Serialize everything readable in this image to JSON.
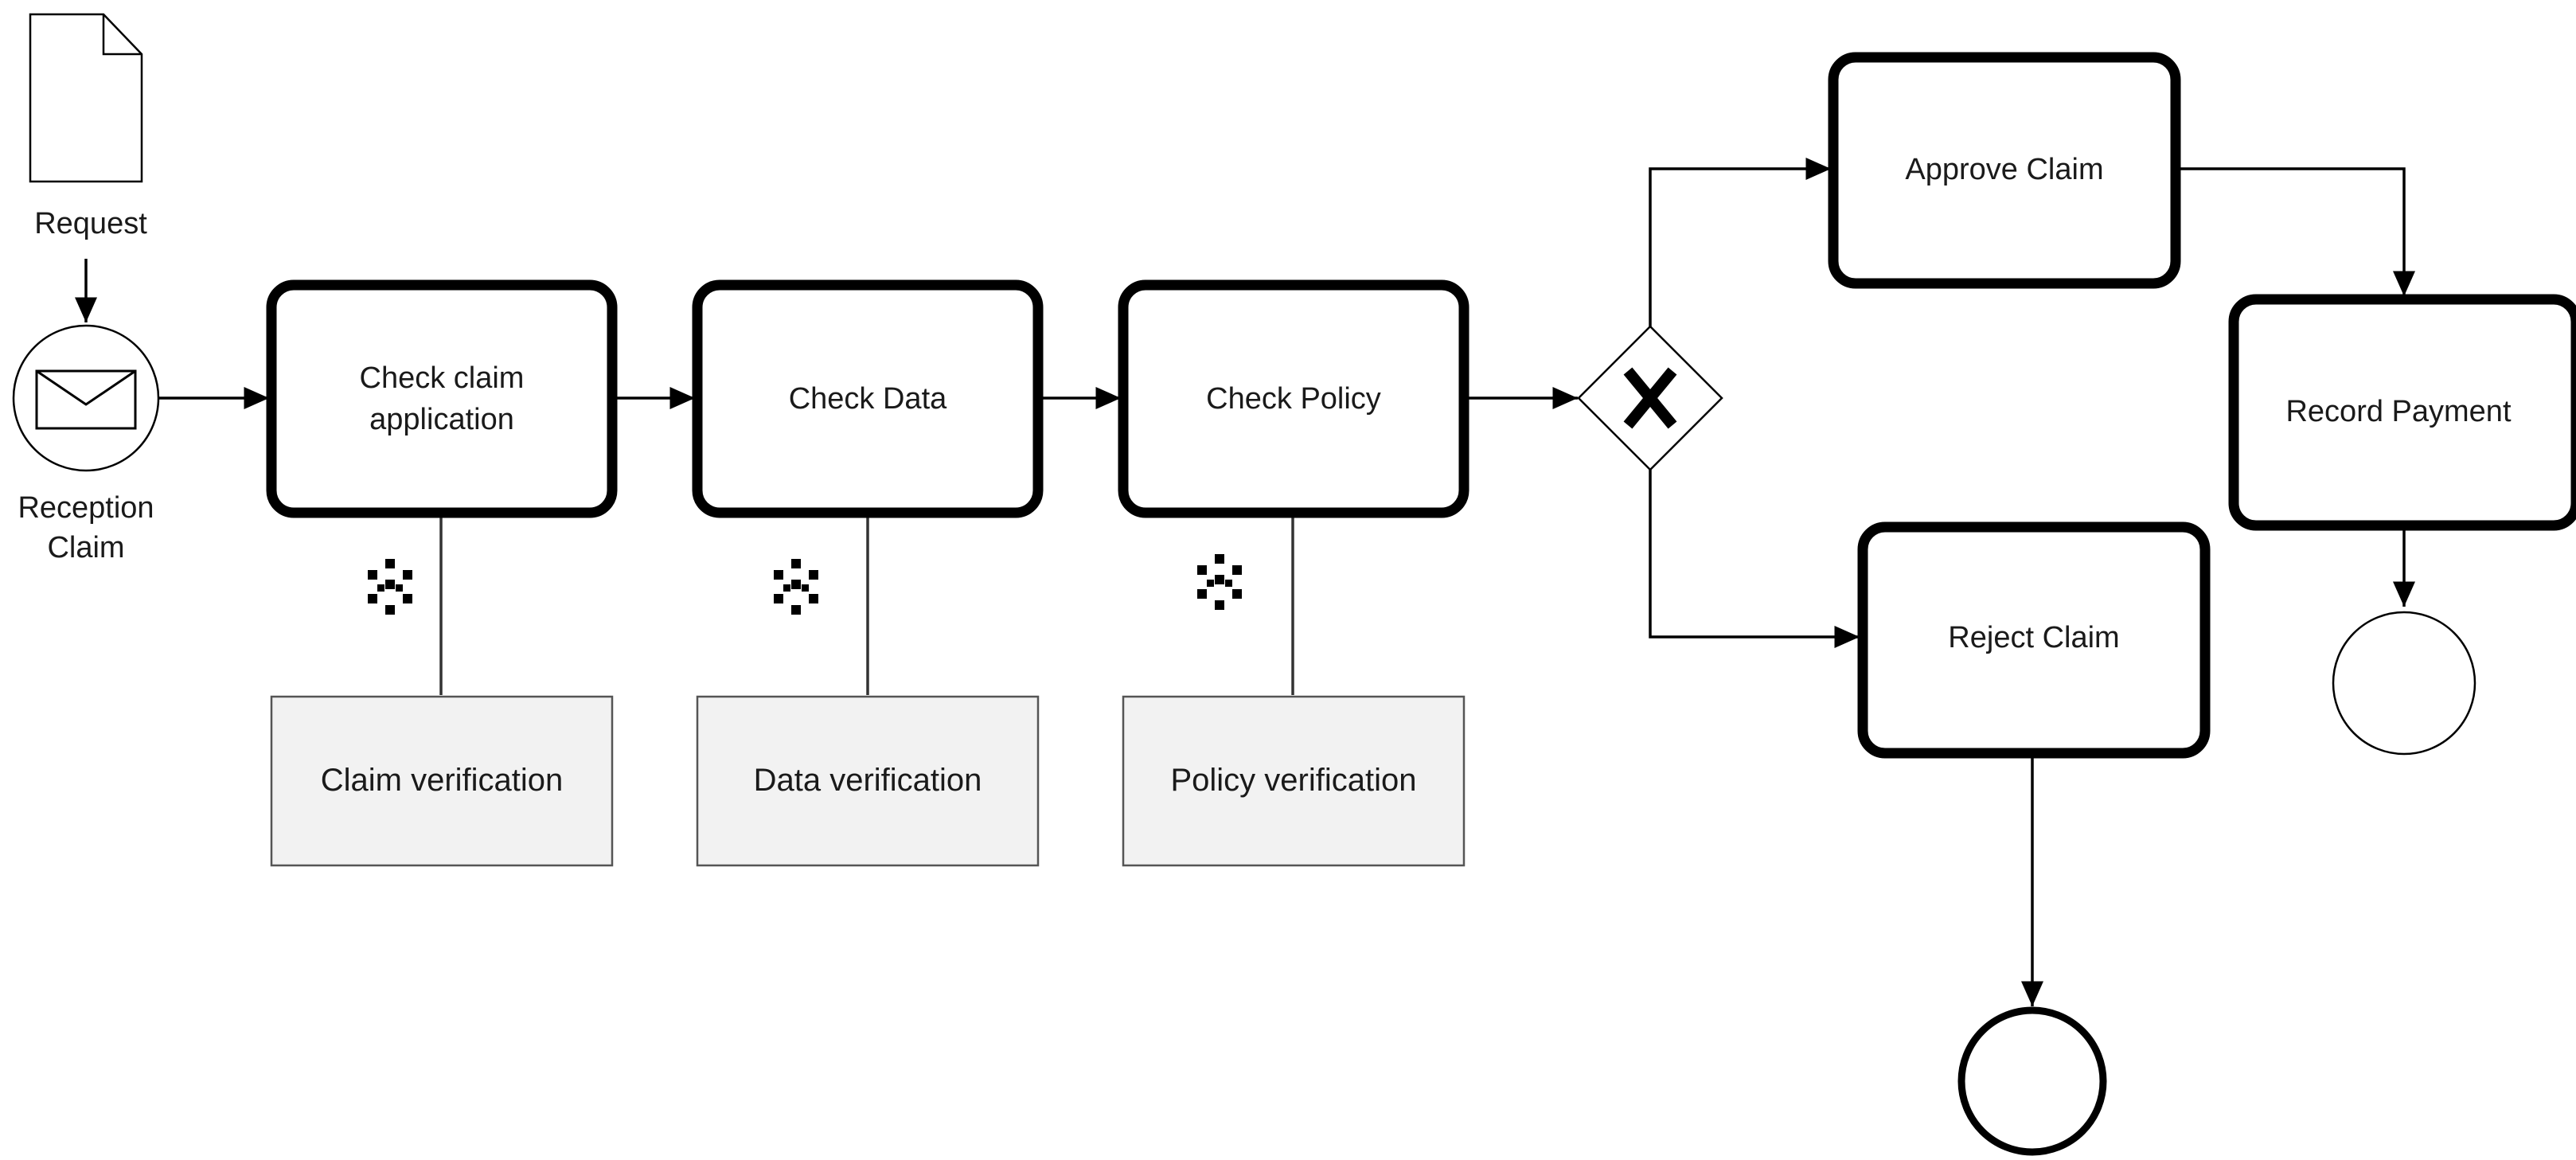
{
  "diagram": {
    "title": "",
    "nodes": {
      "request": {
        "label": "Request",
        "icon": "document-icon"
      },
      "reception": {
        "label_line1": "Reception",
        "label_line2": "Claim",
        "icon": "envelope-icon"
      },
      "check_claim": {
        "label_line1": "Check claim",
        "label_line2": "application"
      },
      "check_data": {
        "label": "Check Data"
      },
      "check_policy": {
        "label": "Check Policy"
      },
      "gateway": {
        "type": "exclusive",
        "icon": "x-icon"
      },
      "approve": {
        "label": "Approve Claim"
      },
      "reject": {
        "label": "Reject Claim"
      },
      "record": {
        "label": "Record Payment"
      },
      "end_reject": {
        "type": "end-event"
      },
      "end_record": {
        "type": "end-event"
      }
    },
    "annotations": {
      "claim_verification": {
        "label": "Claim verification",
        "icon": "blockchain-icon"
      },
      "data_verification": {
        "label": "Data verification",
        "icon": "blockchain-icon"
      },
      "policy_verification": {
        "label": "Policy verification",
        "icon": "blockchain-icon"
      }
    },
    "edges": [
      {
        "from": "request",
        "to": "reception"
      },
      {
        "from": "reception",
        "to": "check_claim"
      },
      {
        "from": "check_claim",
        "to": "check_data"
      },
      {
        "from": "check_data",
        "to": "check_policy"
      },
      {
        "from": "check_policy",
        "to": "gateway"
      },
      {
        "from": "gateway",
        "to": "approve"
      },
      {
        "from": "gateway",
        "to": "reject"
      },
      {
        "from": "approve",
        "to": "record"
      },
      {
        "from": "record",
        "to": "end_record"
      },
      {
        "from": "reject",
        "to": "end_reject"
      }
    ],
    "colors": {
      "stroke": "#000000",
      "note_fill": "#f2f2f2",
      "note_stroke": "#555555",
      "text": "#1a1a1a"
    }
  }
}
